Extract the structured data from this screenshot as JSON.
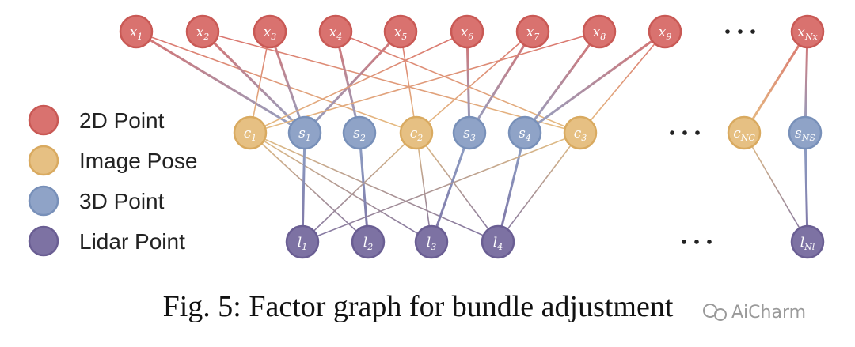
{
  "legend": [
    {
      "label": "2D Point",
      "type": "x"
    },
    {
      "label": "Image Pose",
      "type": "c"
    },
    {
      "label": "3D Point",
      "type": "s"
    },
    {
      "label": "Lidar Point",
      "type": "l"
    }
  ],
  "colors": {
    "x": {
      "fill": "#d9726f",
      "stroke": "#c95955"
    },
    "c": {
      "fill": "#e6c083",
      "stroke": "#d9aa60"
    },
    "s": {
      "fill": "#8fa3c7",
      "stroke": "#7890b9"
    },
    "l": {
      "fill": "#7d72a3",
      "stroke": "#6a5e93"
    }
  },
  "nodes": [
    {
      "id": "x1",
      "type": "x",
      "base": "x",
      "sub": "1"
    },
    {
      "id": "x2",
      "type": "x",
      "base": "x",
      "sub": "2"
    },
    {
      "id": "x3",
      "type": "x",
      "base": "x",
      "sub": "3"
    },
    {
      "id": "x4",
      "type": "x",
      "base": "x",
      "sub": "4"
    },
    {
      "id": "x5",
      "type": "x",
      "base": "x",
      "sub": "5"
    },
    {
      "id": "x6",
      "type": "x",
      "base": "x",
      "sub": "6"
    },
    {
      "id": "x7",
      "type": "x",
      "base": "x",
      "sub": "7"
    },
    {
      "id": "x8",
      "type": "x",
      "base": "x",
      "sub": "8"
    },
    {
      "id": "x9",
      "type": "x",
      "base": "x",
      "sub": "9"
    },
    {
      "id": "xN",
      "type": "x",
      "base": "x",
      "sub": "Nx"
    },
    {
      "id": "c1",
      "type": "c",
      "base": "c",
      "sub": "1"
    },
    {
      "id": "s1",
      "type": "s",
      "base": "s",
      "sub": "1"
    },
    {
      "id": "s2",
      "type": "s",
      "base": "s",
      "sub": "2"
    },
    {
      "id": "c2",
      "type": "c",
      "base": "c",
      "sub": "2"
    },
    {
      "id": "s3",
      "type": "s",
      "base": "s",
      "sub": "3"
    },
    {
      "id": "s4",
      "type": "s",
      "base": "s",
      "sub": "4"
    },
    {
      "id": "c3",
      "type": "c",
      "base": "c",
      "sub": "3"
    },
    {
      "id": "cN",
      "type": "c",
      "base": "c",
      "sub": "NC"
    },
    {
      "id": "sN",
      "type": "s",
      "base": "s",
      "sub": "NS"
    },
    {
      "id": "l1",
      "type": "l",
      "base": "l",
      "sub": "1"
    },
    {
      "id": "l2",
      "type": "l",
      "base": "l",
      "sub": "2"
    },
    {
      "id": "l3",
      "type": "l",
      "base": "l",
      "sub": "3"
    },
    {
      "id": "l4",
      "type": "l",
      "base": "l",
      "sub": "4"
    },
    {
      "id": "lN",
      "type": "l",
      "base": "l",
      "sub": "Nl"
    }
  ],
  "edges": [
    [
      "x1",
      "s1"
    ],
    [
      "x1",
      "c2"
    ],
    [
      "x2",
      "s1"
    ],
    [
      "x2",
      "c3"
    ],
    [
      "x3",
      "s1"
    ],
    [
      "x3",
      "c1"
    ],
    [
      "x4",
      "s2"
    ],
    [
      "x4",
      "c3"
    ],
    [
      "x5",
      "s1"
    ],
    [
      "x5",
      "c2"
    ],
    [
      "x6",
      "s3"
    ],
    [
      "x6",
      "c1"
    ],
    [
      "x7",
      "s3"
    ],
    [
      "x7",
      "c2"
    ],
    [
      "x8",
      "s4"
    ],
    [
      "x8",
      "c1"
    ],
    [
      "x9",
      "s4"
    ],
    [
      "x9",
      "c3"
    ],
    [
      "xN",
      "cN"
    ],
    [
      "xN",
      "sN"
    ],
    [
      "c1",
      "l2"
    ],
    [
      "c1",
      "l3"
    ],
    [
      "c1",
      "l4"
    ],
    [
      "s1",
      "l1"
    ],
    [
      "s2",
      "l2"
    ],
    [
      "c2",
      "l1"
    ],
    [
      "c2",
      "l3"
    ],
    [
      "c2",
      "l4"
    ],
    [
      "s3",
      "l3"
    ],
    [
      "s4",
      "l4"
    ],
    [
      "c3",
      "l1"
    ],
    [
      "c3",
      "l4"
    ],
    [
      "cN",
      "lN"
    ],
    [
      "sN",
      "lN"
    ]
  ],
  "caption": "Fig. 5: Factor graph for bundle adjustment",
  "watermark": "AiCharm"
}
